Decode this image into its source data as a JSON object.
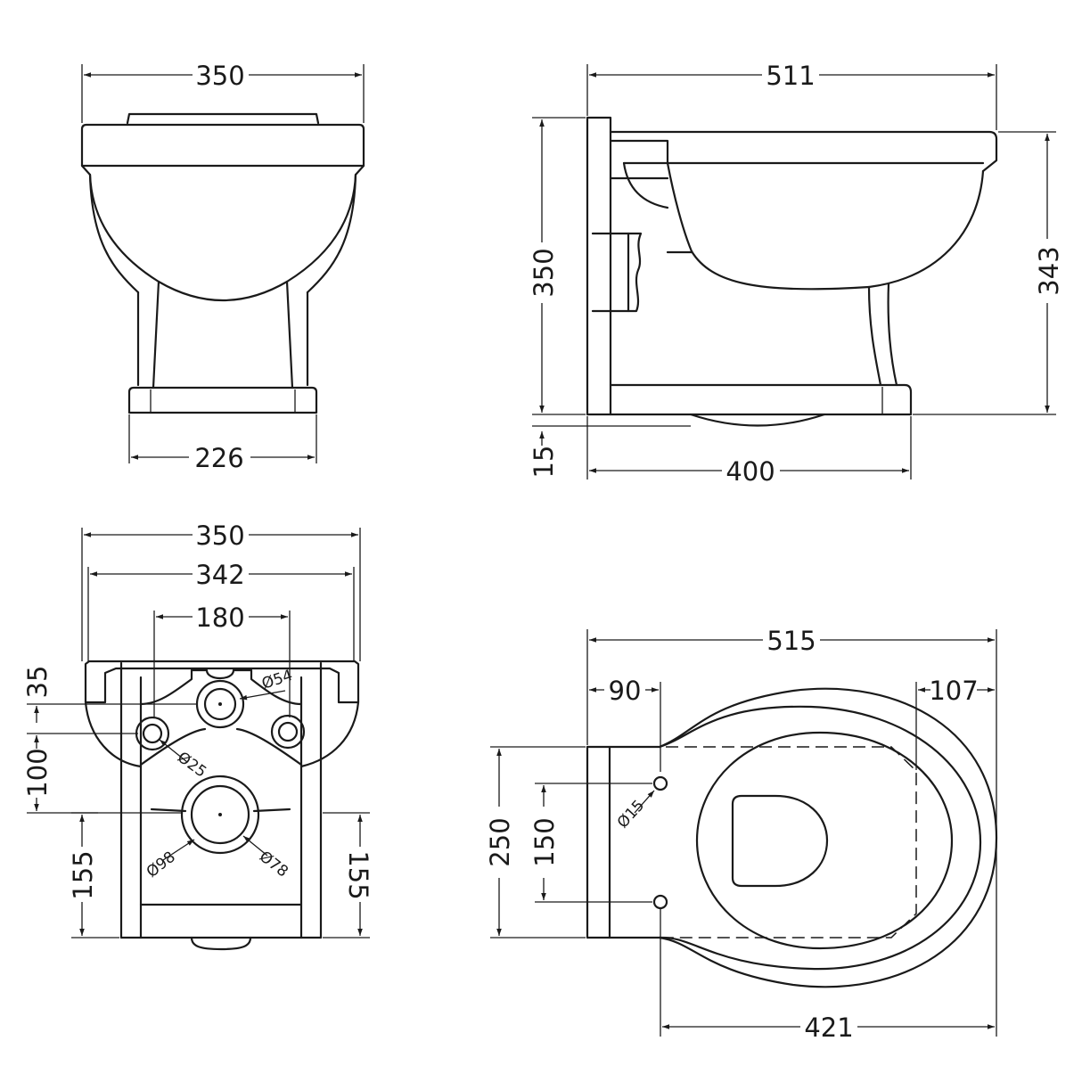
{
  "front_view": {
    "overall_width": "350",
    "base_width": "226"
  },
  "side_view": {
    "projection": "511",
    "height": "350",
    "pan_height": "343",
    "base_depth": "400",
    "base_offset": "15"
  },
  "rear_view": {
    "overall_width": "350",
    "rim_width": "342",
    "pipe_spacing": "180",
    "top_offset": "35",
    "pipe_height": "100",
    "left_clearance": "155",
    "right_clearance": "155",
    "outlet_dia": "Ø54",
    "pipe_dia": "Ø25",
    "waste_outer_dia": "Ø98",
    "waste_inner_dia": "Ø78"
  },
  "plan_view": {
    "overall_length": "515",
    "fixing_offset": "90",
    "front_offset": "107",
    "width": "250",
    "fixing_spacing": "150",
    "fixing_dia": "Ø15",
    "bowl_length": "421"
  }
}
